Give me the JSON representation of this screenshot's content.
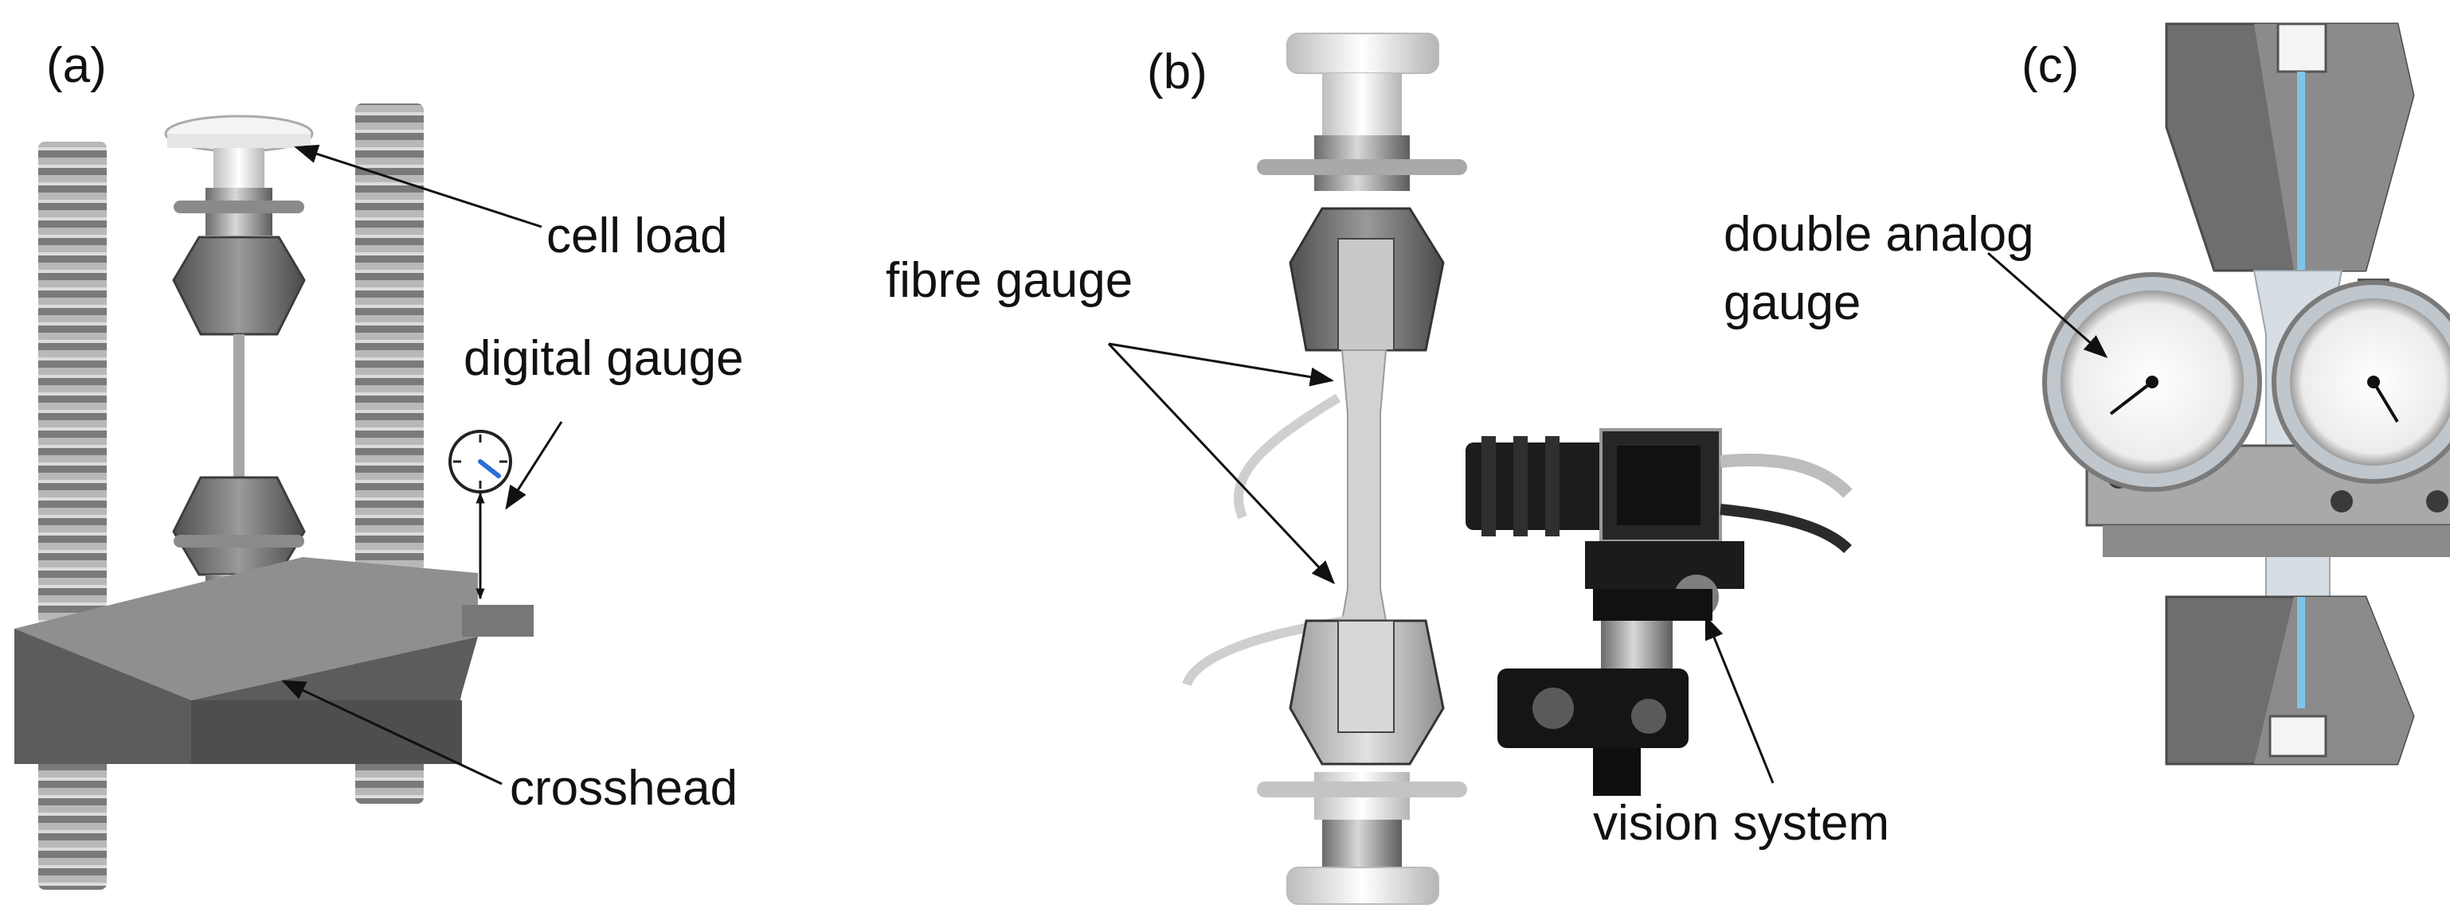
{
  "panels": {
    "a": {
      "label": "(a)",
      "annotations": {
        "cell_load": "cell load",
        "digital_gauge": "digital gauge",
        "crosshead": "crosshead"
      }
    },
    "b": {
      "label": "(b)",
      "annotations": {
        "fibre_gauge": "fibre gauge",
        "vision_system": "vision system"
      }
    },
    "c": {
      "label": "(c)",
      "annotations": {
        "double_analog_gauge_line1": "double analog",
        "double_analog_gauge_line2": "gauge"
      }
    }
  },
  "colors": {
    "metal_dark": "#5f5f5f",
    "metal_mid": "#8c8c8c",
    "metal_light": "#c8c8c8",
    "white_part": "#f2f2f2",
    "fibre_blue": "#7fc4e8",
    "gauge_needle": "#2a6fd6",
    "arrow": "#111111"
  }
}
